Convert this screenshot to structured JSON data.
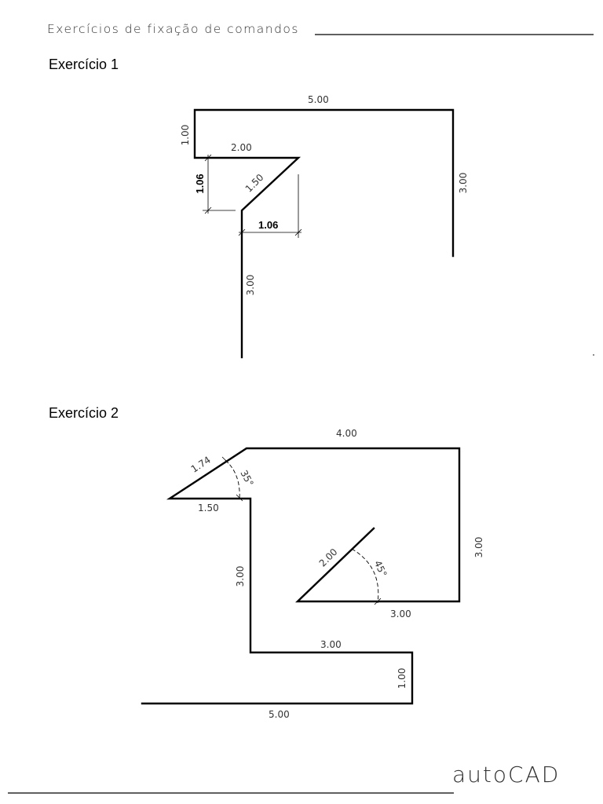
{
  "header": {
    "title": "Exercícios de fixação de comandos"
  },
  "exercise1": {
    "title": "Exercício 1",
    "dims": {
      "top": "5.00",
      "left": "1.00",
      "shelf": "2.00",
      "diag": "1.50",
      "vert_offset": "1.06",
      "horiz_offset": "1.06",
      "lower": "3.00",
      "right": "3.00"
    }
  },
  "exercise2": {
    "title": "Exercício 2",
    "dims": {
      "top": "4.00",
      "slant": "1.74",
      "angle1": "35°",
      "short": "1.50",
      "left": "3.00",
      "inner_diag": "2.00",
      "angle2": "45°",
      "inner_base": "3.00",
      "right": "3.00",
      "step": "3.00",
      "step_vert": "1.00",
      "bottom": "5.00"
    }
  },
  "footer": {
    "brand": "autoCAD"
  }
}
